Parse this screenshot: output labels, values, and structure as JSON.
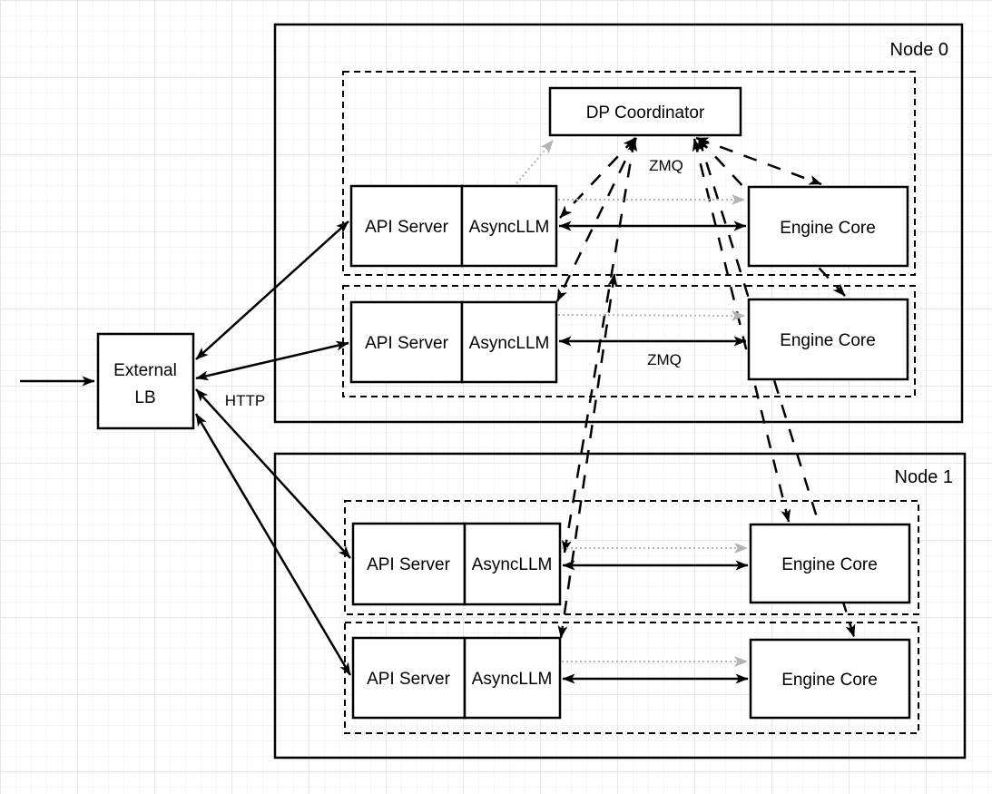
{
  "colors": {
    "stroke": "#000000",
    "gray_link": "#b3b3b3",
    "box_fill": "#ffffff",
    "grid_major": "#e7e7e7",
    "grid_minor": "#f4f4f4"
  },
  "labels": {
    "external_lb": {
      "line1": "External",
      "line2": "LB"
    },
    "node0": "Node 0",
    "node1": "Node 1",
    "dp_coordinator": "DP Coordinator",
    "http": "HTTP",
    "zmq_coordinator": "ZMQ",
    "zmq_row2": "ZMQ"
  },
  "rows": [
    {
      "api": "API Server",
      "llm": "AsyncLLM",
      "engine": "Engine Core"
    },
    {
      "api": "API Server",
      "llm": "AsyncLLM",
      "engine": "Engine Core"
    },
    {
      "api": "API Server",
      "llm": "AsyncLLM",
      "engine": "Engine Core"
    },
    {
      "api": "API Server",
      "llm": "AsyncLLM",
      "engine": "Engine Core"
    }
  ]
}
